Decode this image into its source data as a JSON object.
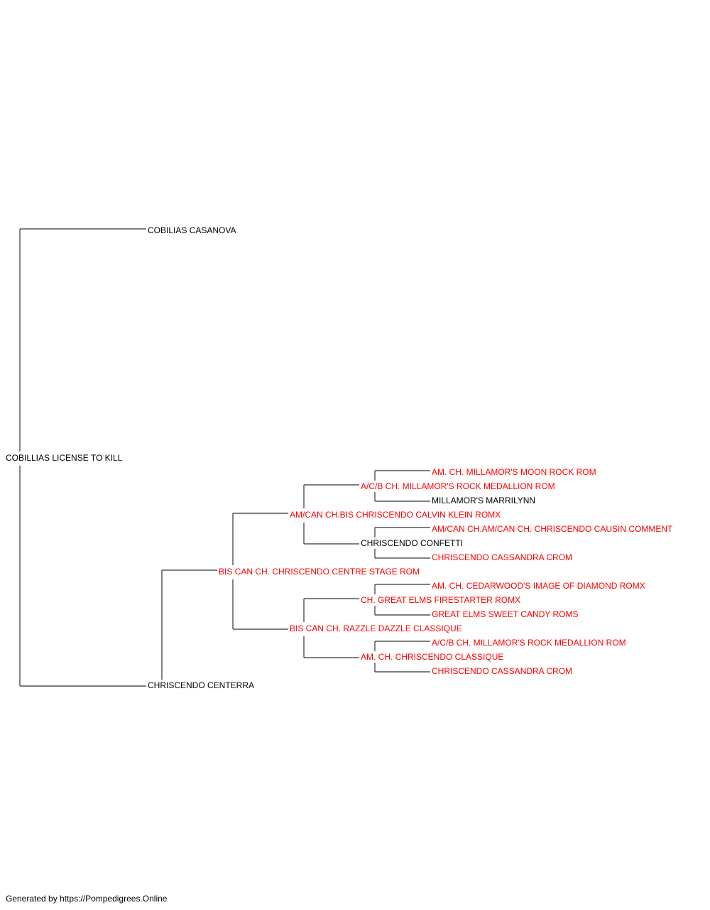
{
  "pedigree": {
    "subject": {
      "name": "COBILLIAS LICENSE TO KILL",
      "color": "#000000"
    },
    "sire": {
      "name": "COBILIAS CASANOVA",
      "color": "#000000"
    },
    "dam": {
      "name": "CHRISCENDO CENTERRA",
      "color": "#000000"
    },
    "dam_sire": {
      "name": "BIS CAN CH. CHRISCENDO CENTRE STAGE ROM",
      "color": "#ff0000"
    },
    "dam_sire_sire": {
      "name": "AM/CAN CH.BIS CHRISCENDO CALVIN KLEIN ROMX",
      "color": "#ff0000"
    },
    "dam_sire_dam": {
      "name": "BIS CAN CH. RAZZLE DAZZLE CLASSIQUE",
      "color": "#ff0000"
    },
    "dam_sire_sire_sire": {
      "name": "A/C/B CH. MILLAMOR'S ROCK MEDALLION ROM",
      "color": "#ff0000"
    },
    "dam_sire_sire_dam": {
      "name": "CHRISCENDO CONFETTI",
      "color": "#000000"
    },
    "dam_sire_dam_sire": {
      "name": "CH. GREAT ELMS FIRESTARTER ROMX",
      "color": "#ff0000"
    },
    "dam_sire_dam_dam": {
      "name": "AM. CH. CHRISCENDO CLASSIQUE",
      "color": "#ff0000"
    },
    "gen5": [
      {
        "name": "AM. CH. MILLAMOR'S MOON ROCK ROM",
        "color": "#ff0000"
      },
      {
        "name": "MILLAMOR'S MARRILYNN",
        "color": "#000000"
      },
      {
        "name": "AM/CAN CH.AM/CAN CH. CHRISCENDO CAUSIN COMMENT",
        "color": "#ff0000"
      },
      {
        "name": "CHRISCENDO CASSANDRA CROM",
        "color": "#ff0000"
      },
      {
        "name": "AM. CH. CEDARWOOD'S IMAGE OF DIAMOND ROMX",
        "color": "#ff0000"
      },
      {
        "name": "GREAT ELMS SWEET CANDY ROMS",
        "color": "#ff0000"
      },
      {
        "name": "A/C/B CH. MILLAMOR'S ROCK MEDALLION ROM",
        "color": "#ff0000"
      },
      {
        "name": "CHRISCENDO CASSANDRA CROM",
        "color": "#ff0000"
      }
    ]
  },
  "footer": {
    "text": "Generated by https://Pompedigrees.Online"
  },
  "colors": {
    "champion": "#ff0000",
    "regular": "#000000",
    "connector": "#333333"
  }
}
